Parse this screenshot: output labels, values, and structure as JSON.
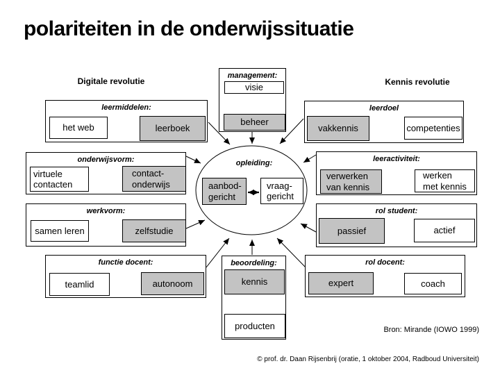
{
  "title": "polariteiten in de onderwijssituatie",
  "headings": {
    "digital": "Digitale revolutie",
    "knowledge": "Kennis revolutie"
  },
  "center": {
    "management": {
      "label": "management:",
      "top_box": "visie",
      "bottom_box": "beheer"
    },
    "opleiding": {
      "label": "opleiding:",
      "left_box": "aanbod-\ngericht",
      "right_box": "vraag-\ngericht"
    },
    "beoordeling": {
      "label": "beoordeling:",
      "top_box": "kennis",
      "bottom_box": "producten"
    }
  },
  "left_groups": [
    {
      "label": "leermiddelen:",
      "left_box": "het web",
      "right_box": "leerboek"
    },
    {
      "label": "onderwijsvorm:",
      "left_box": "virtuele\ncontacten",
      "right_box": "contact-\nonderwijs"
    },
    {
      "label": "werkvorm:",
      "left_box": "samen leren",
      "right_box": "zelfstudie"
    },
    {
      "label": "functie docent:",
      "left_box": "teamlid",
      "right_box": "autonoom"
    }
  ],
  "right_groups": [
    {
      "label": "leerdoel",
      "left_box": "vakkennis",
      "right_box": "competenties"
    },
    {
      "label": "leeractiviteit:",
      "left_box": "verwerken\nvan kennis",
      "right_box": "werken\nmet kennis"
    },
    {
      "label": "rol student:",
      "left_box": "passief",
      "right_box": "actief"
    },
    {
      "label": "rol docent:",
      "left_box": "expert",
      "right_box": "coach"
    }
  ],
  "source": "Bron: Mirande (IOWO 1999)",
  "copyright": "© prof. dr. Daan Rijsenbrij (oratie, 1 oktober 2004, Radboud Universiteit)",
  "colors": {
    "background": "#ffffff",
    "text": "#000000",
    "line": "#000000",
    "highlight_fill": "#c3c3c3"
  }
}
